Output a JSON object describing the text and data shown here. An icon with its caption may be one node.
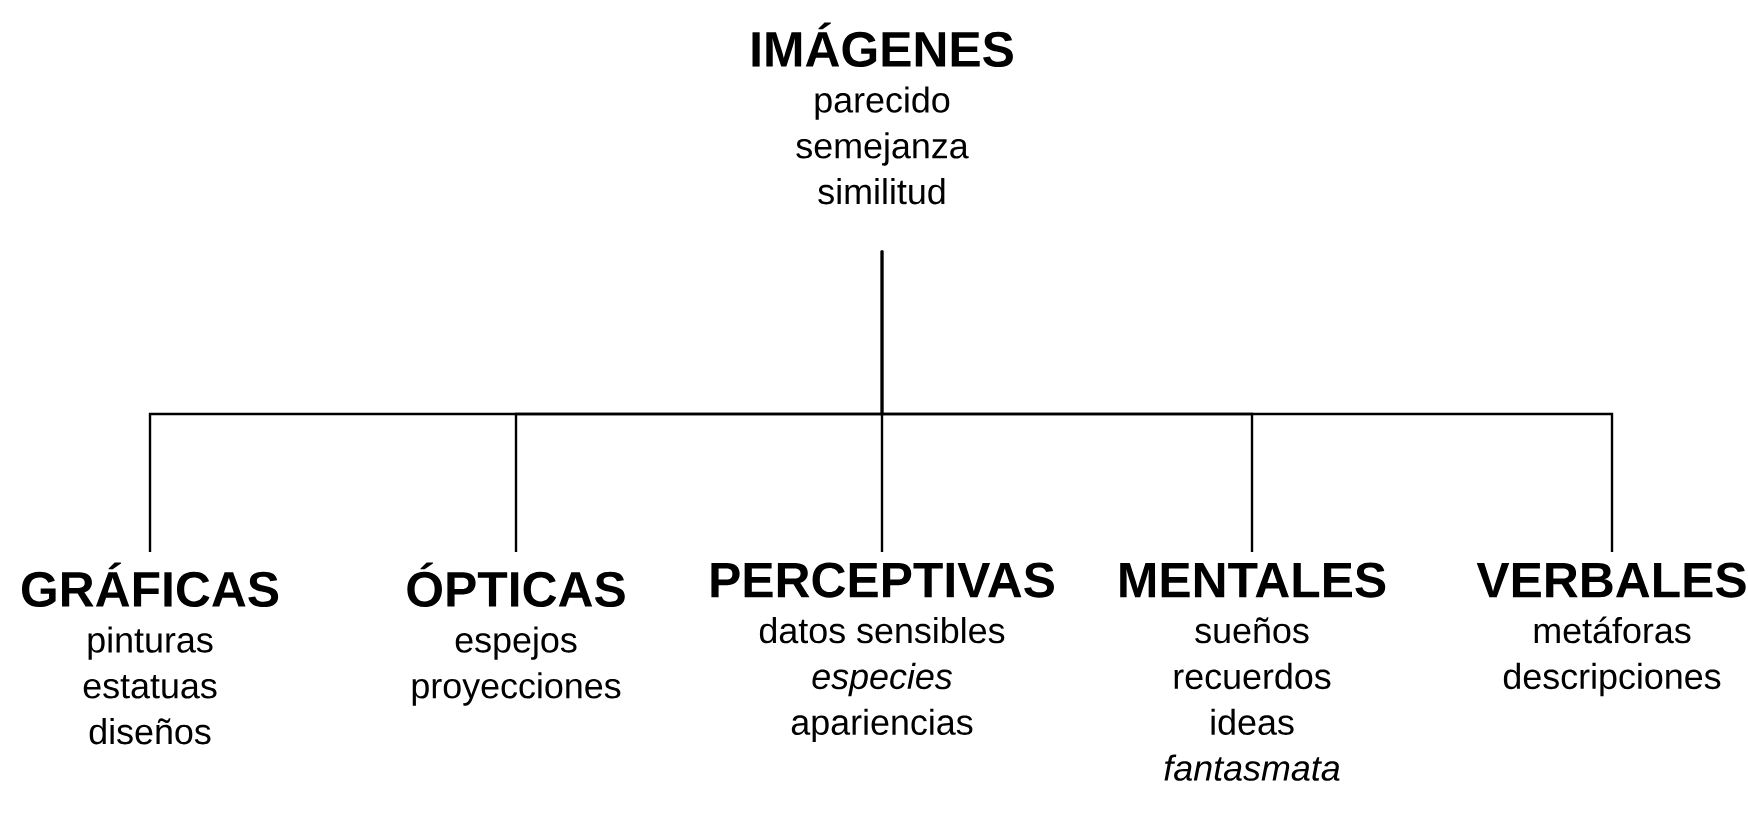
{
  "diagram": {
    "nodes": [
      {
        "text": [
          "IMÁGENES",
          "parecido",
          "semejanza",
          "similitud"
        ]
      },
      {
        "text": [
          "GRÁFICAS",
          "pinturas",
          "estatuas",
          "diseños"
        ]
      },
      {
        "text": [
          "ÓPTICAS",
          "espejos",
          "proyecciones"
        ]
      },
      {
        "text": [
          "PERCEPTIVAS",
          "datos sensibles",
          "*especies*",
          "apariencias"
        ]
      },
      {
        "text": [
          "MENTALES",
          "sueños",
          "recuerdos",
          "ideas",
          "*fantasmata*"
        ]
      },
      {
        "text": [
          "VERBALES",
          "metáforas",
          "descripciones"
        ]
      }
    ],
    "edges": [
      {
        "from": 0,
        "to": 1,
        "arrow": "none"
      },
      {
        "from": 0,
        "to": 2,
        "arrow": "none"
      },
      {
        "from": 0,
        "to": 3,
        "arrow": "none"
      },
      {
        "from": 0,
        "to": 4,
        "arrow": "none"
      },
      {
        "from": 0,
        "to": 5,
        "arrow": "none"
      }
    ]
  }
}
